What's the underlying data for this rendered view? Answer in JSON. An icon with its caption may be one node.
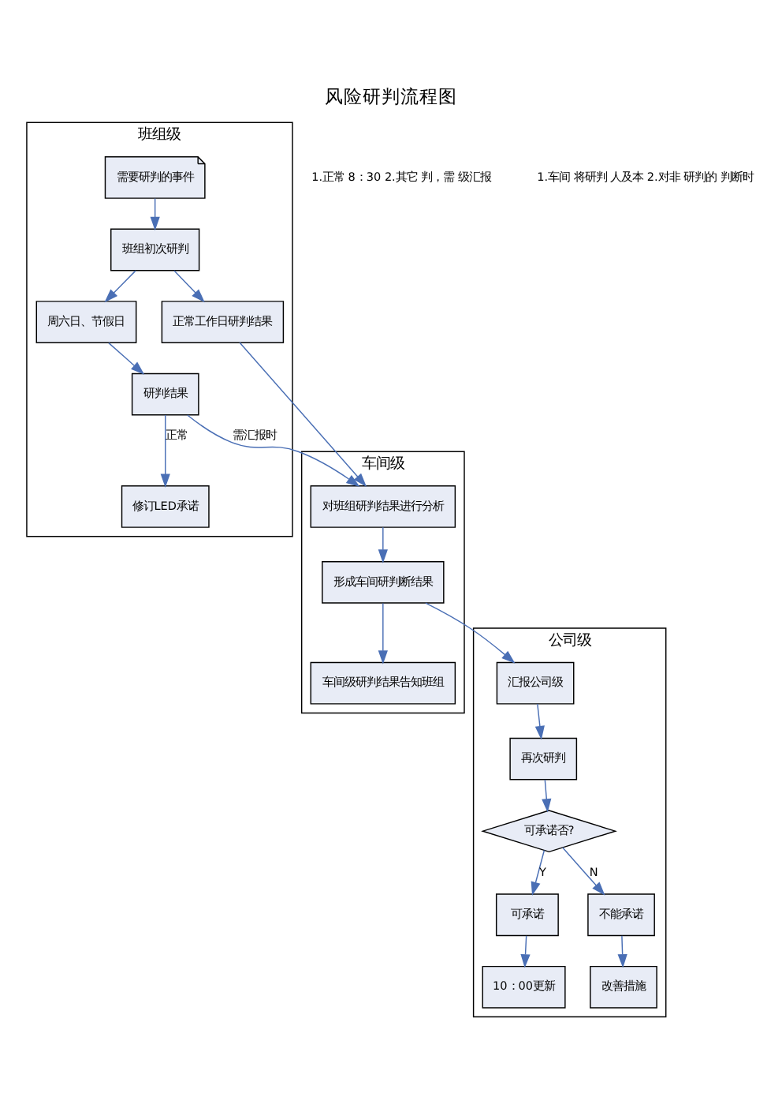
{
  "diagram": {
    "title": "风险研判流程图",
    "nodes": [
      {
        "text": [
          "班组级"
        ]
      },
      {
        "text": [
          "车间级"
        ]
      },
      {
        "text": [
          "公司级"
        ]
      },
      {
        "text": [
          "需要研判的事件"
        ],
        "in": 0
      },
      {
        "text": [
          "班组初次研判"
        ],
        "in": 0
      },
      {
        "text": [
          "周六日、节假日"
        ],
        "in": 0
      },
      {
        "text": [
          "正常工作日研判结果"
        ],
        "in": 0
      },
      {
        "text": [
          "研判结果"
        ],
        "in": 0
      },
      {
        "text": [
          "修订LED承诺"
        ],
        "in": 0
      },
      {
        "text": [
          "对班组研判结果进行分析"
        ],
        "in": 1
      },
      {
        "text": [
          "形成车间研判断结果"
        ],
        "in": 1
      },
      {
        "text": [
          "车间级研判结果告知班组"
        ],
        "in": 1
      },
      {
        "text": [
          "汇报公司级"
        ],
        "in": 2
      },
      {
        "text": [
          "再次研判"
        ],
        "in": 2
      },
      {
        "text": [
          "可承诺否?"
        ],
        "in": 2
      },
      {
        "text": [
          "可承诺"
        ],
        "in": 2
      },
      {
        "text": [
          "10：00更新"
        ],
        "in": 2
      },
      {
        "text": [
          "不能承诺"
        ],
        "in": 2
      },
      {
        "text": [
          "改善措施"
        ],
        "in": 2
      }
    ],
    "edges": [
      {
        "from": 3,
        "to": 4,
        "arrow": "to"
      },
      {
        "from": 4,
        "to": 5,
        "arrow": "to"
      },
      {
        "from": 4,
        "to": 6,
        "arrow": "to"
      },
      {
        "from": 5,
        "to": 7,
        "arrow": "to"
      },
      {
        "from": 6,
        "to": 9,
        "arrow": "to"
      },
      {
        "from": 7,
        "to": 9,
        "arrow": "to",
        "label": "需汇报时"
      },
      {
        "from": 7,
        "to": 8,
        "arrow": "to",
        "label": "正常"
      },
      {
        "from": 9,
        "to": 10,
        "arrow": "to"
      },
      {
        "from": 10,
        "to": 11,
        "arrow": "to"
      },
      {
        "from": 10,
        "to": 12,
        "arrow": "to"
      },
      {
        "from": 12,
        "to": 13,
        "arrow": "to"
      },
      {
        "from": 13,
        "to": 14,
        "arrow": "to"
      },
      {
        "from": 14,
        "to": 15,
        "arrow": "to",
        "label": "Y"
      },
      {
        "from": 14,
        "to": 17,
        "arrow": "to",
        "label": "N"
      },
      {
        "from": 15,
        "to": 16,
        "arrow": "to"
      },
      {
        "from": 17,
        "to": 18,
        "arrow": "to"
      }
    ],
    "labels": [
      "1.正常 8：30 2.其它 判，需 级汇报",
      "1.车间 将研判 人及本 2.对非 研判的 判断时"
    ]
  }
}
